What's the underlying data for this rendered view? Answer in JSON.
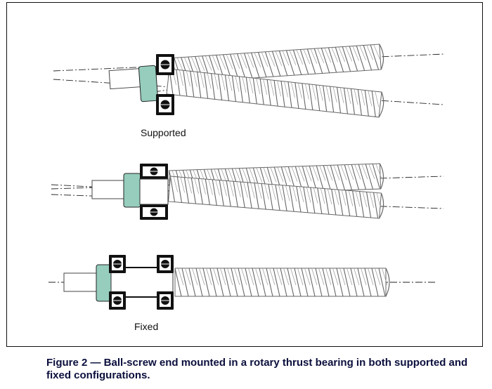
{
  "figure": {
    "labels": {
      "supported": "Supported",
      "fixed": "Fixed"
    },
    "caption": "Figure 2 — Ball-screw end mounted in a rotary thrust bearing in both supported and fixed configurations."
  },
  "colors": {
    "collar": "#96cdbd",
    "bearing": "#111111",
    "thread": "#666666",
    "caption_text": "#0b0f3c"
  },
  "icons": [
    "ball-bearing-icon",
    "threaded-screw-shaft",
    "centerline"
  ]
}
